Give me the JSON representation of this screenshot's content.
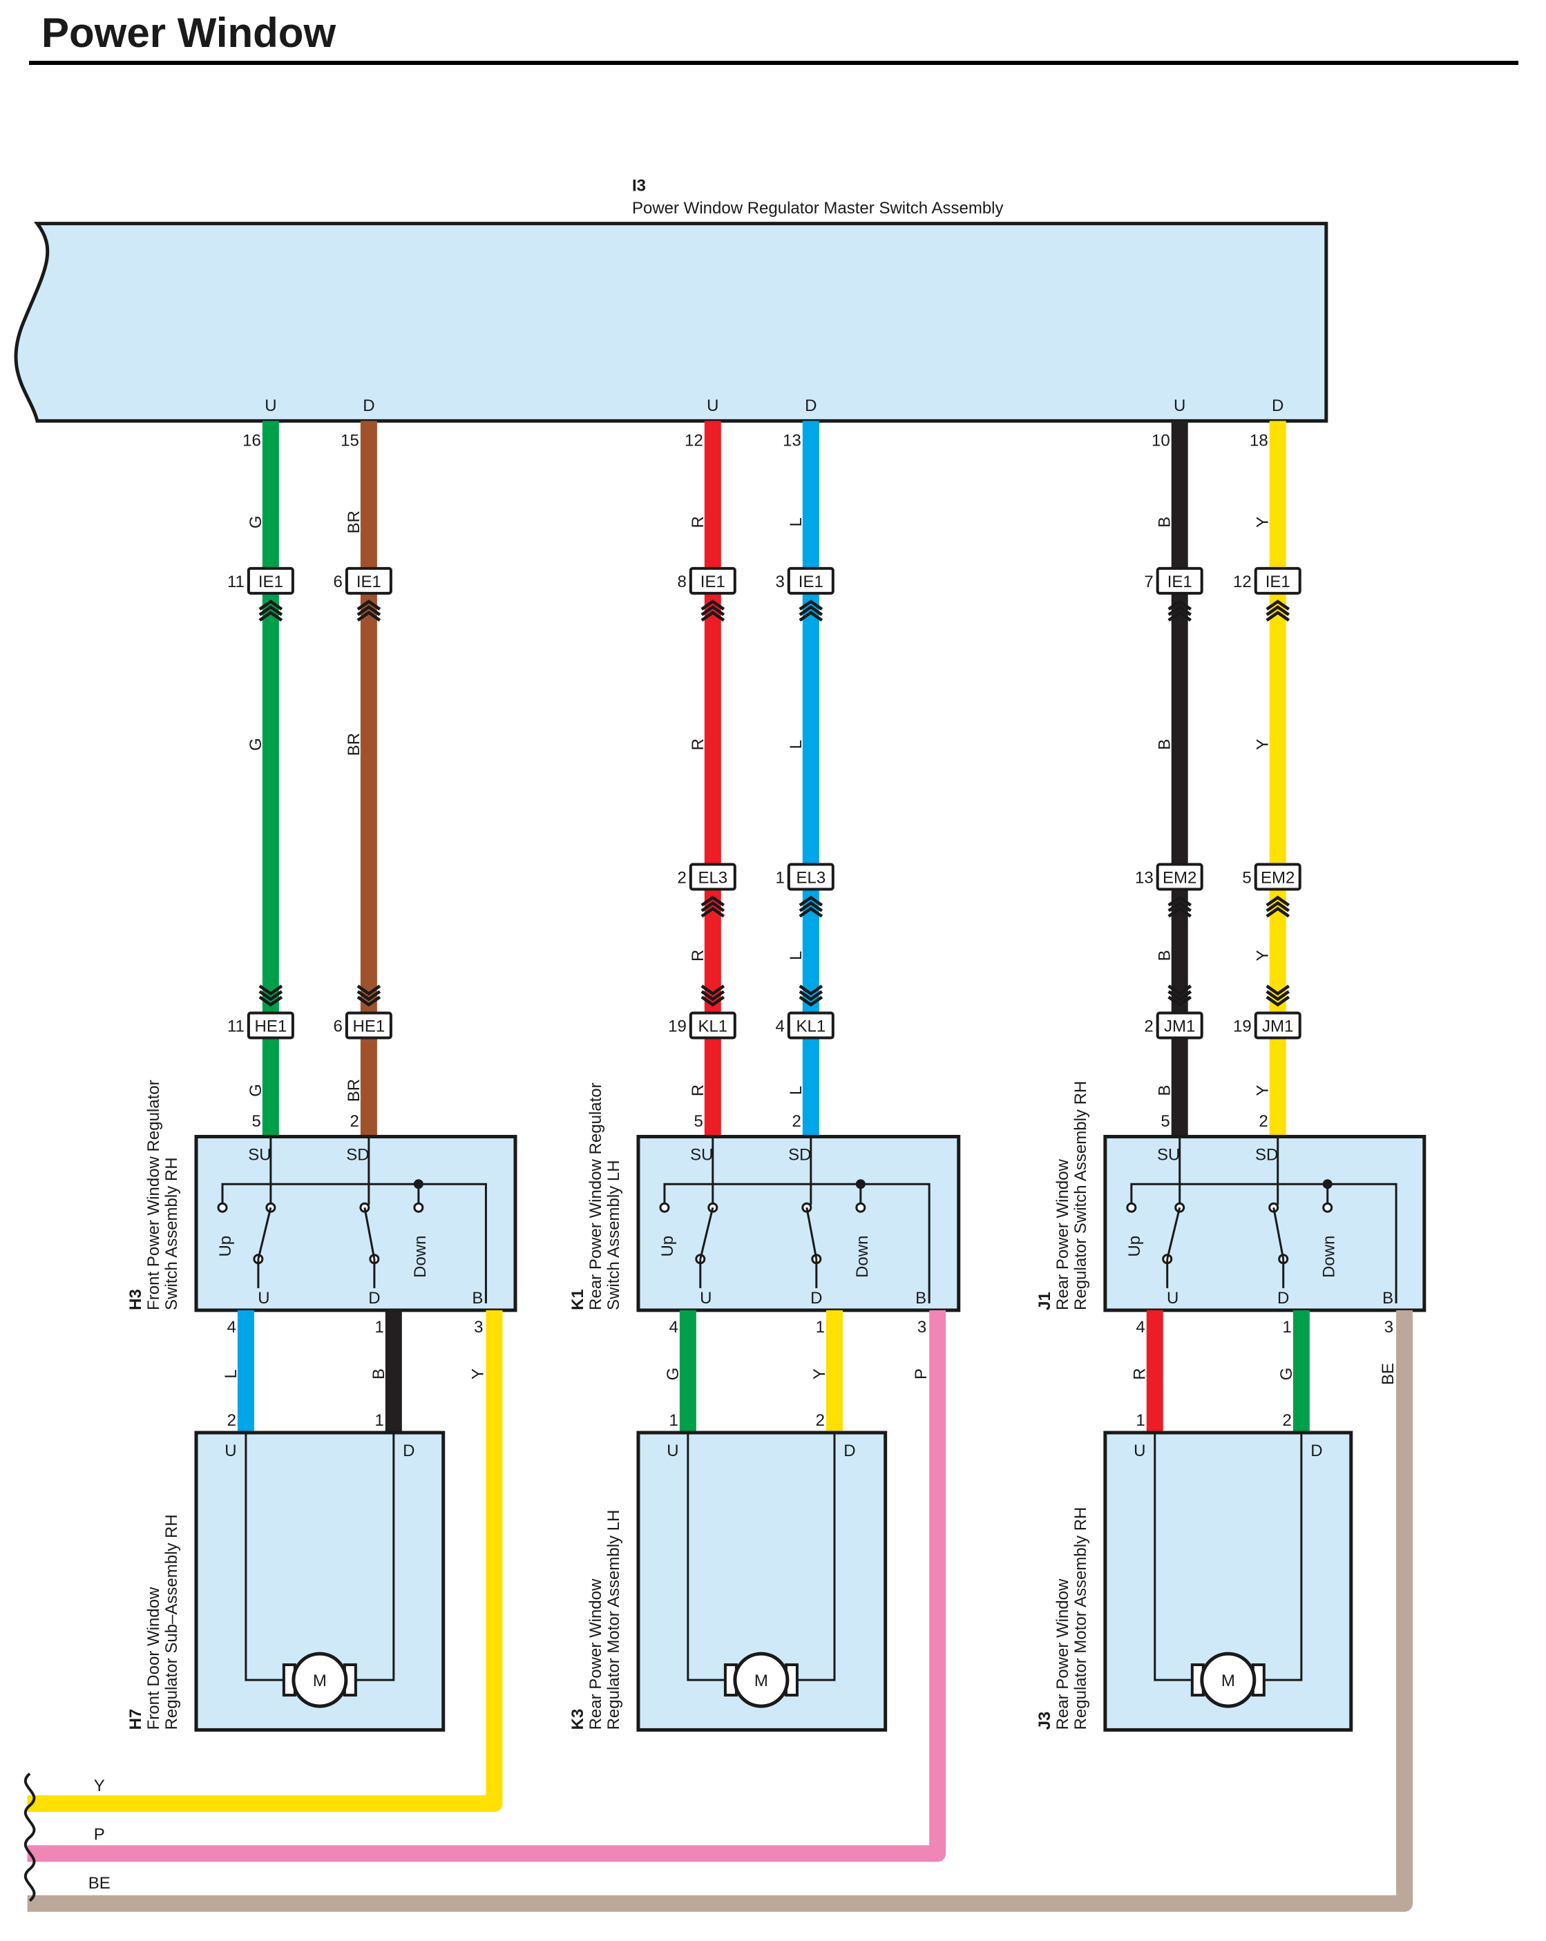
{
  "page": {
    "title": "Power Window"
  },
  "colors": {
    "G": "#00a04b",
    "BR": "#a0522d",
    "R": "#ee1c25",
    "L": "#00a6e8",
    "B": "#231f20",
    "Y": "#ffe000",
    "P": "#ef86b6",
    "BE": "#bca89a",
    "box_fill": "#cfe9f8",
    "box_stroke": "#1a1a1a"
  },
  "master": {
    "code": "I3",
    "name": "Power Window Regulator Master Switch Assembly",
    "pins": [
      "U",
      "D",
      "U",
      "D",
      "U",
      "D"
    ]
  },
  "circuits": [
    {
      "wires": [
        {
          "color": "G",
          "master_pin": "16",
          "ie1_pin": "11",
          "ie1_dir": "out",
          "labels": [
            "G",
            "G",
            "G"
          ],
          "mid": null,
          "end_pin": "11",
          "end_conn": "HE1",
          "end_dir": "in",
          "sw_pin": "5",
          "sw_term": "SU"
        },
        {
          "color": "BR",
          "master_pin": "15",
          "ie1_pin": "6",
          "ie1_dir": "out",
          "labels": [
            "BR",
            "BR",
            "BR"
          ],
          "mid": null,
          "end_pin": "6",
          "end_conn": "HE1",
          "end_dir": "in",
          "sw_pin": "2",
          "sw_term": "SD"
        }
      ],
      "ie1_label": "IE1",
      "switch": {
        "code": "H3",
        "line1": "Front Power Window Regulator",
        "line2": "Switch Assembly RH",
        "up": "Up",
        "down": "Down",
        "bottom_terms": [
          "U",
          "D",
          "B"
        ],
        "bottom_pins": [
          "4",
          "1",
          "3"
        ]
      },
      "links": [
        {
          "color": "L",
          "label": "L",
          "sw_pin": "4",
          "motor_pin": "2"
        },
        {
          "color": "B",
          "label": "B",
          "sw_pin": "1",
          "motor_pin": "1"
        }
      ],
      "b_wire": {
        "color": "Y",
        "label": "Y"
      },
      "motor": {
        "code": "H7",
        "line1": "Front Door Window",
        "line2": "Regulator Sub–Assembly RH",
        "terms": [
          "U",
          "D"
        ],
        "symbol": "M"
      }
    },
    {
      "wires": [
        {
          "color": "R",
          "master_pin": "12",
          "ie1_pin": "8",
          "ie1_dir": "in",
          "labels": [
            "R",
            "R",
            "R",
            "R"
          ],
          "mid": {
            "pin": "2",
            "conn": "EL3",
            "dir": "in"
          },
          "end_pin": "19",
          "end_conn": "KL1",
          "end_dir": "in",
          "sw_pin": "5",
          "sw_term": "SU"
        },
        {
          "color": "L",
          "master_pin": "13",
          "ie1_pin": "3",
          "ie1_dir": "in",
          "labels": [
            "L",
            "L",
            "L",
            "L"
          ],
          "mid": {
            "pin": "1",
            "conn": "EL3",
            "dir": "in"
          },
          "end_pin": "4",
          "end_conn": "KL1",
          "end_dir": "in",
          "sw_pin": "2",
          "sw_term": "SD"
        }
      ],
      "ie1_label": "IE1",
      "switch": {
        "code": "K1",
        "line1": "Rear Power Window Regulator",
        "line2": "Switch Assembly LH",
        "up": "Up",
        "down": "Down",
        "bottom_terms": [
          "U",
          "D",
          "B"
        ],
        "bottom_pins": [
          "4",
          "1",
          "3"
        ]
      },
      "links": [
        {
          "color": "G",
          "label": "G",
          "sw_pin": "4",
          "motor_pin": "1"
        },
        {
          "color": "Y",
          "label": "Y",
          "sw_pin": "1",
          "motor_pin": "2"
        }
      ],
      "b_wire": {
        "color": "P",
        "label": "P"
      },
      "motor": {
        "code": "K3",
        "line1": "Rear Power Window",
        "line2": "Regulator Motor Assembly LH",
        "terms": [
          "U",
          "D"
        ],
        "symbol": "M"
      }
    },
    {
      "wires": [
        {
          "color": "B",
          "master_pin": "10",
          "ie1_pin": "7",
          "ie1_dir": "in",
          "labels": [
            "B",
            "B",
            "B",
            "B"
          ],
          "mid": {
            "pin": "13",
            "conn": "EM2",
            "dir": "both"
          },
          "end_pin": "2",
          "end_conn": "JM1",
          "end_dir": "in",
          "sw_pin": "5",
          "sw_term": "SU"
        },
        {
          "color": "Y",
          "master_pin": "18",
          "ie1_pin": "12",
          "ie1_dir": "in",
          "labels": [
            "Y",
            "Y",
            "Y",
            "Y"
          ],
          "mid": {
            "pin": "5",
            "conn": "EM2",
            "dir": "in"
          },
          "end_pin": "19",
          "end_conn": "JM1",
          "end_dir": "in",
          "sw_pin": "2",
          "sw_term": "SD"
        }
      ],
      "ie1_label": "IE1",
      "switch": {
        "code": "J1",
        "line1": "Rear Power Window",
        "line2": "Regulator Switch Assembly RH",
        "up": "Up",
        "down": "Down",
        "bottom_terms": [
          "U",
          "D",
          "B"
        ],
        "bottom_pins": [
          "4",
          "1",
          "3"
        ]
      },
      "links": [
        {
          "color": "R",
          "label": "R",
          "sw_pin": "4",
          "motor_pin": "1"
        },
        {
          "color": "G",
          "label": "G",
          "sw_pin": "1",
          "motor_pin": "2"
        }
      ],
      "b_wire": {
        "color": "BE",
        "label": "BE"
      },
      "motor": {
        "code": "J3",
        "line1": "Rear Power Window",
        "line2": "Regulator Motor Assembly RH",
        "terms": [
          "U",
          "D"
        ],
        "symbol": "M"
      }
    }
  ],
  "bus_labels": [
    "Y",
    "P",
    "BE"
  ]
}
